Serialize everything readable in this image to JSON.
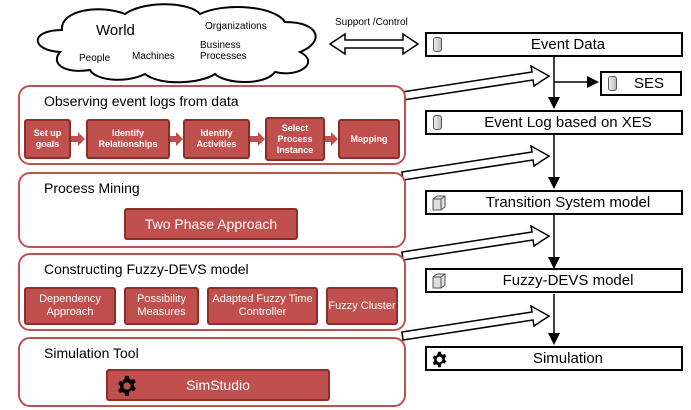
{
  "world_cloud": {
    "title": "World",
    "items": [
      "People",
      "Machines",
      "Organizations",
      "Business Processes"
    ]
  },
  "support_label": "Support /Control",
  "panels": {
    "observing": {
      "title": "Observing event logs from data",
      "steps": [
        "Set up goals",
        "Identify Relationships",
        "Identify Activities",
        "Select Process Instance",
        "Mapping"
      ]
    },
    "mining": {
      "title": "Process Mining",
      "boxes": [
        "Two Phase Approach"
      ]
    },
    "fuzzy": {
      "title": "Constructing Fuzzy-DEVS model",
      "boxes": [
        "Dependency Approach",
        "Possibility Measures",
        "Adapted Fuzzy Time Controller",
        "Fuzzy Cluster"
      ]
    },
    "simulation": {
      "title": "Simulation Tool",
      "tool": "SimStudio",
      "tool_icon": "gear-icon"
    }
  },
  "pipeline": {
    "event_data": "Event Data",
    "ses": "SES",
    "event_log": "Event Log based on XES",
    "transition": "Transition System model",
    "fuzzy_devs": "Fuzzy-DEVS model",
    "simulation": "Simulation"
  },
  "colors": {
    "accent": "#c0504d",
    "accent_border": "#8c2f2c"
  }
}
